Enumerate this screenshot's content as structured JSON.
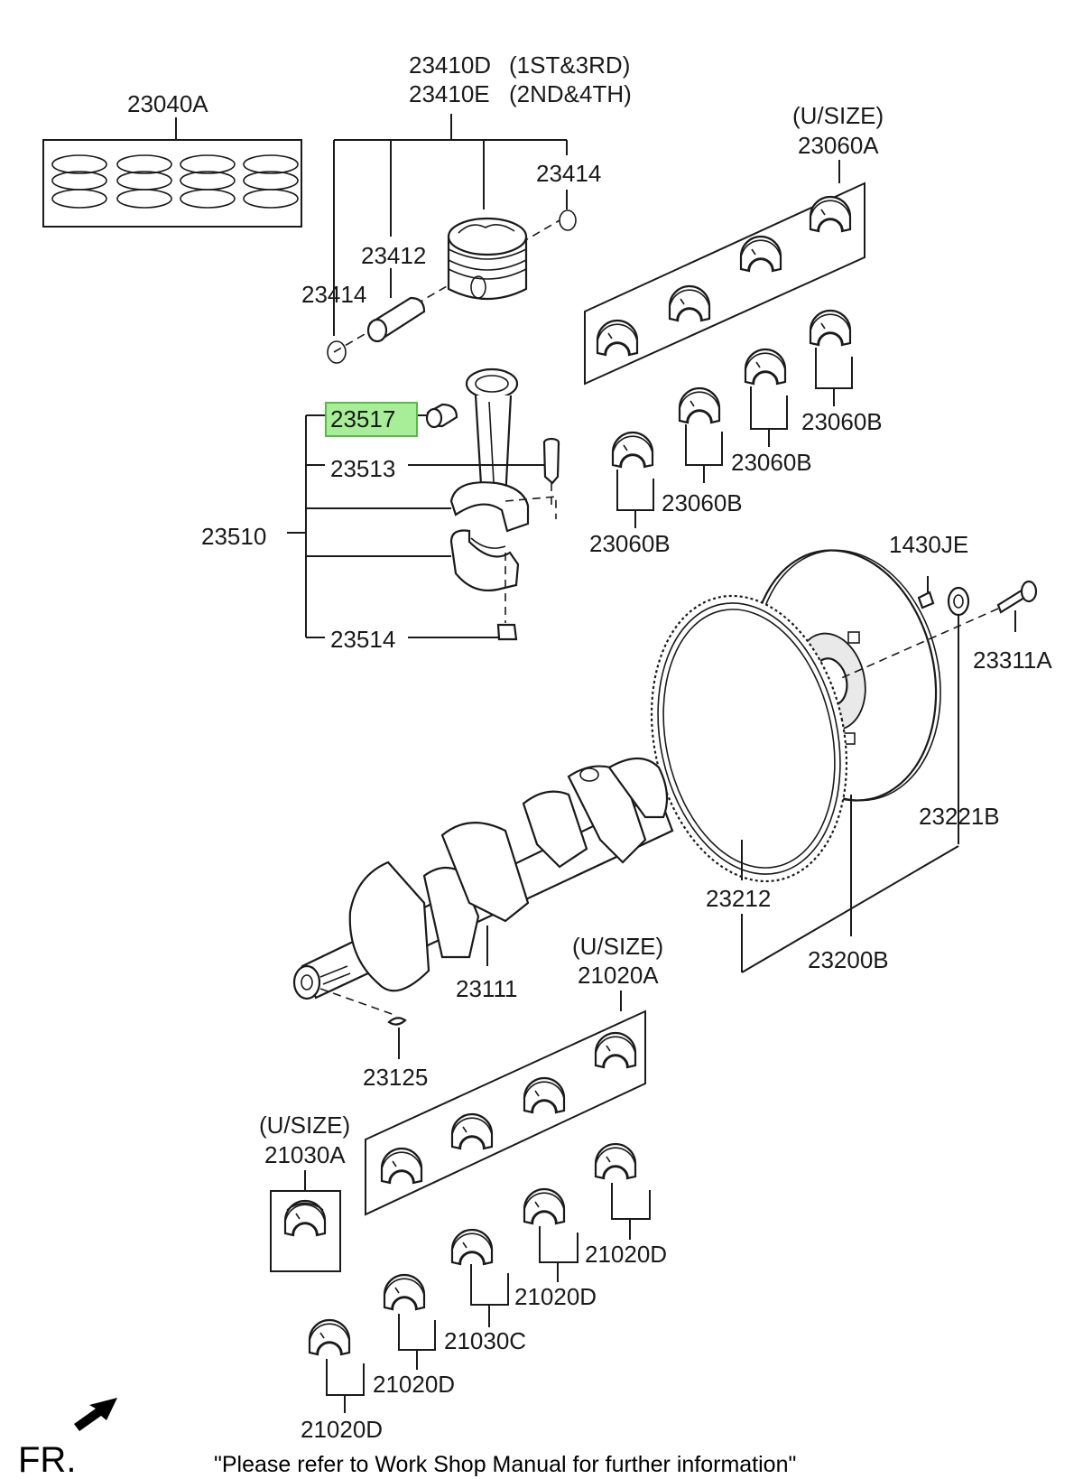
{
  "parts": {
    "p23040A": "23040A",
    "p23410D": "23410D",
    "p23410D_note": "(1ST&3RD)",
    "p23410E": "23410E",
    "p23410E_note": "(2ND&4TH)",
    "p23414_right": "23414",
    "p23412": "23412",
    "p23414_left": "23414",
    "usize_23060A": "(U/SIZE)",
    "p23060A": "23060A",
    "p23517": "23517",
    "p23513": "23513",
    "p23510": "23510",
    "p23514": "23514",
    "p23060B_1": "23060B",
    "p23060B_2": "23060B",
    "p23060B_3": "23060B",
    "p23060B_4": "23060B",
    "p1430JE": "1430JE",
    "p23311A": "23311A",
    "p23221B": "23221B",
    "p23212": "23212",
    "p23200B": "23200B",
    "p23111": "23111",
    "usize_21020A": "(U/SIZE)",
    "p21020A": "21020A",
    "p23125": "23125",
    "usize_21030A": "(U/SIZE)",
    "p21030A": "21030A",
    "p21020D_1": "21020D",
    "p21020D_2": "21020D",
    "p21030C": "21030C",
    "p21020D_3": "21020D",
    "p21020D_4": "21020D"
  },
  "highlight": {
    "part": "23517",
    "color": "#a8ee98"
  },
  "footer": {
    "fr_label": "FR.",
    "note": "\"Please refer to Work Shop Manual for further information\""
  }
}
